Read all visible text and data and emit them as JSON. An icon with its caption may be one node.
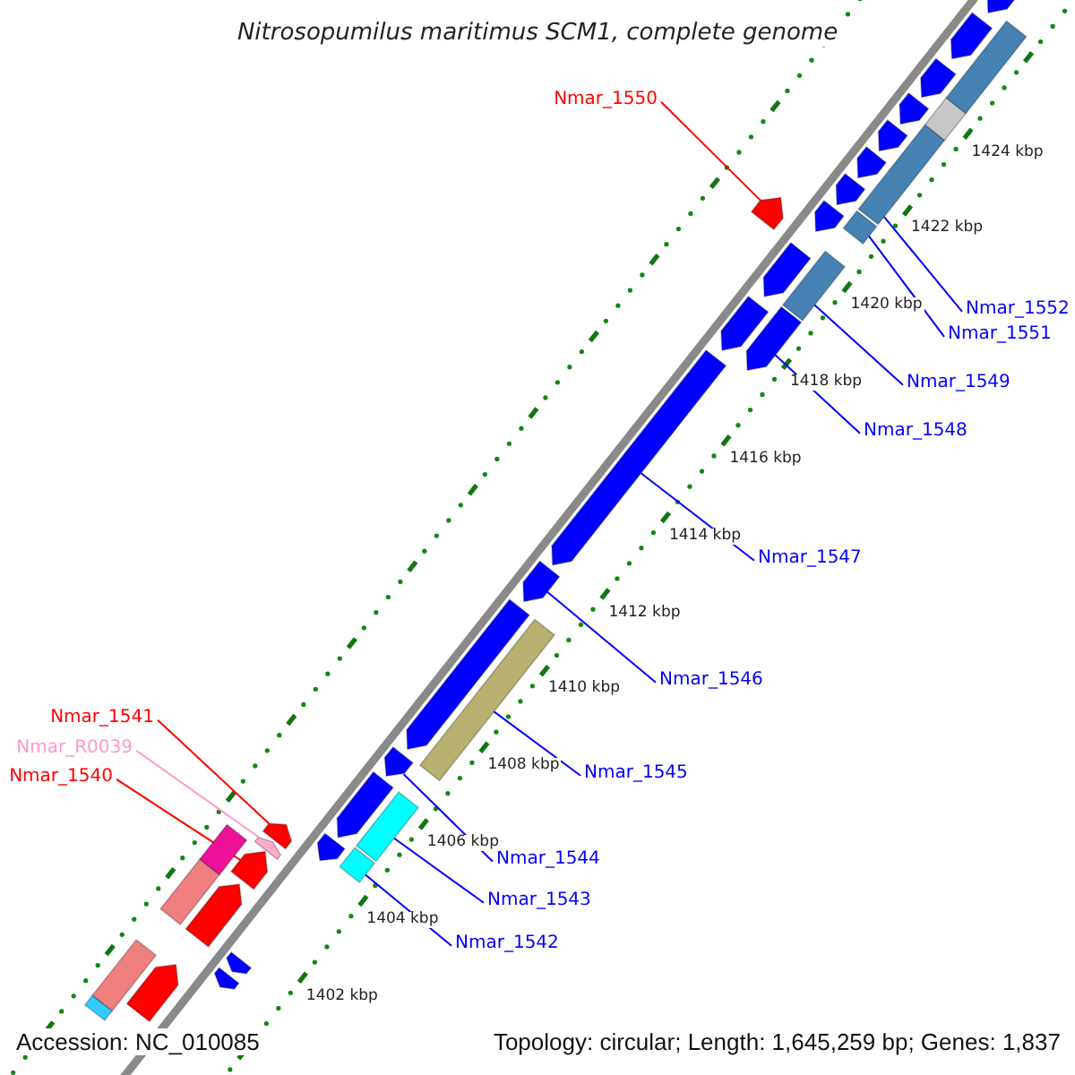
{
  "diagram": {
    "title": "Nitrosopumilus maritimus SCM1, complete genome",
    "nodes": [
      {
        "text": [
          "Nmar_1550"
        ]
      },
      {
        "text": [
          "Nmar_1552"
        ]
      },
      {
        "text": [
          "Nmar_1551"
        ]
      },
      {
        "text": [
          "Nmar_1549"
        ]
      },
      {
        "text": [
          "Nmar_1548"
        ]
      },
      {
        "text": [
          "Nmar_1547"
        ]
      },
      {
        "text": [
          "Nmar_1546"
        ]
      },
      {
        "text": [
          "Nmar_1541"
        ]
      },
      {
        "text": [
          "Nmar_R0039"
        ]
      },
      {
        "text": [
          "Nmar_1545"
        ]
      },
      {
        "text": [
          "Nmar_1540"
        ]
      },
      {
        "text": [
          "Nmar_1544"
        ]
      },
      {
        "text": [
          "Nmar_1543"
        ]
      },
      {
        "text": [
          "Nmar_1542"
        ]
      },
      {
        "text": [],
        "shape": "arrow"
      },
      {
        "text": [],
        "shape": "bar"
      },
      {
        "text": [],
        "shape": "bar"
      },
      {
        "text": [],
        "shape": "bar"
      },
      {
        "text": [],
        "shape": "arrow"
      },
      {
        "text": [],
        "shape": "arrow"
      },
      {
        "text": [],
        "shape": "arrow"
      },
      {
        "text": [],
        "shape": "arrow"
      },
      {
        "text": [],
        "shape": "arrow"
      },
      {
        "text": [],
        "shape": "bar"
      },
      {
        "text": [],
        "shape": "arrow"
      },
      {
        "text": [],
        "shape": "arrow"
      },
      {
        "text": [],
        "shape": "bar"
      },
      {
        "text": [],
        "shape": "bar"
      },
      {
        "text": [],
        "shape": "arrow"
      },
      {
        "text": [],
        "shape": "arrow"
      },
      {
        "text": [],
        "shape": "bar"
      },
      {
        "text": [],
        "shape": "bar"
      },
      {
        "text": [],
        "shape": "bar"
      },
      {
        "text": [],
        "shape": "bar"
      },
      {
        "text": [],
        "shape": "arrow"
      },
      {
        "text": [],
        "shape": "arrow"
      },
      {
        "text": [],
        "shape": "arrow"
      },
      {
        "text": [],
        "shape": "arrow"
      },
      {
        "text": [],
        "shape": "arrow"
      },
      {
        "text": [],
        "shape": "arrow"
      },
      {
        "text": [],
        "shape": "arrow"
      },
      {
        "text": [],
        "shape": "arrow"
      },
      {
        "text": [],
        "shape": "arrow"
      },
      {
        "text": [],
        "shape": "arrow"
      },
      {
        "text": [],
        "shape": "arrow"
      },
      {
        "text": [],
        "shape": "arrow"
      },
      {
        "text": [],
        "shape": "arrow"
      },
      {
        "text": [],
        "shape": "arrow"
      },
      {
        "text": [],
        "shape": "arrow"
      },
      {
        "text": [],
        "shape": "bar"
      },
      {
        "text": [],
        "shape": "bar"
      }
    ],
    "edges": [
      {
        "from": 0,
        "to": 14,
        "arrow": "none",
        "color": "#ff0000"
      },
      {
        "from": 1,
        "to": 15,
        "arrow": "none"
      },
      {
        "from": 2,
        "to": 16,
        "arrow": "none"
      },
      {
        "from": 3,
        "to": 17,
        "arrow": "none"
      },
      {
        "from": 4,
        "to": 18,
        "arrow": "none"
      },
      {
        "from": 5,
        "to": 19,
        "arrow": "none"
      },
      {
        "from": 6,
        "to": 20,
        "arrow": "none"
      },
      {
        "from": 7,
        "to": 21,
        "arrow": "none",
        "color": "#ff0000"
      },
      {
        "from": 8,
        "to": 22,
        "arrow": "none",
        "color": "#ff99cc"
      },
      {
        "from": 9,
        "to": 23,
        "arrow": "none"
      },
      {
        "from": 10,
        "to": 24,
        "arrow": "none",
        "color": "#ff0000"
      },
      {
        "from": 11,
        "to": 25,
        "arrow": "none"
      },
      {
        "from": 12,
        "to": 26,
        "arrow": "none"
      },
      {
        "from": 13,
        "to": 27,
        "arrow": "none"
      }
    ],
    "labels": [
      "1424 kbp",
      "1422 kbp",
      "1420 kbp",
      "1418 kbp",
      "1416 kbp",
      "1414 kbp",
      "1412 kbp",
      "1410 kbp",
      "1408 kbp",
      "1406 kbp",
      "1404 kbp",
      "1402 kbp",
      "Accession: NC_010085",
      "Topology: circular; Length: 1,645,259 bp; Genes: 1,837"
    ]
  }
}
